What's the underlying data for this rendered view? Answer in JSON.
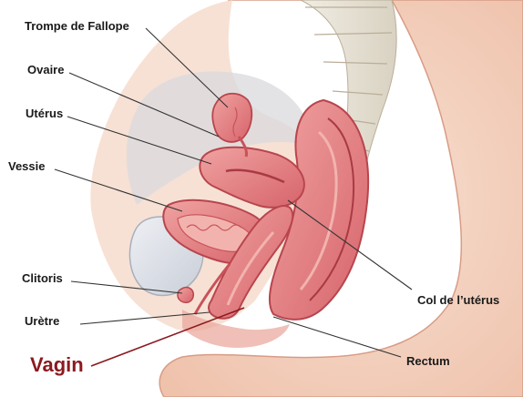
{
  "labels": {
    "fallopian_tube": "Trompe de Fallope",
    "ovary": "Ovaire",
    "uterus": "Utérus",
    "bladder": "Vessie",
    "clitoris": "Clitoris",
    "urethra": "Urètre",
    "vagina": "Vagin",
    "cervix": "Col de l’utérus",
    "rectum": "Rectum"
  },
  "colors": {
    "skin": "#f4d6c4",
    "skin_edge": "#d89c86",
    "organ": "#e98d8e",
    "organ_dark": "#c8525a",
    "organ_lining": "#f2b3ae",
    "bladder_fill": "#d9dde4",
    "spine": "#e9e4d8",
    "leader_line": "#333333",
    "emphasis_label": "#8b1a1f"
  }
}
